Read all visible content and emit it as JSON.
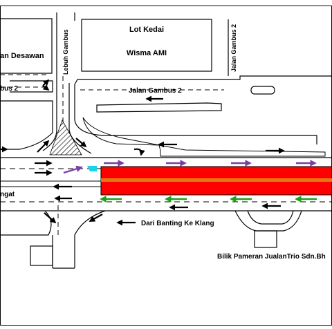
{
  "labels": {
    "lot_kedai": "Lot Kedai",
    "wisma_ami": "Wisma AMI",
    "desawan": "an Desawan",
    "lebuh_gambus": "Lebuh Gambus",
    "jalan_gambus_2_vertical": "Jalan Gambus 2",
    "jalan_gambus_2_road": "Jalan Gambus 2",
    "left_gambus_2": "bus 2",
    "left_road": "ngat",
    "dari_banting": "Dari Banting Ke Klang",
    "bilik_pameran": "Bilik Pameran JualanTrio Sdn.Bh"
  },
  "colors": {
    "construction_zone": "#ff0000",
    "divider_strip": "#e07a10",
    "arrow_general": "#000000",
    "arrow_eastbound_lane": "#7b3fa0",
    "arrow_westbound_lane": "#1aa01a",
    "marker_cyan": "#19d3e6",
    "hatch": "#000000"
  },
  "icons": [
    "black-direction-arrow",
    "purple-direction-arrow",
    "green-direction-arrow",
    "u-turn-arrow"
  ]
}
